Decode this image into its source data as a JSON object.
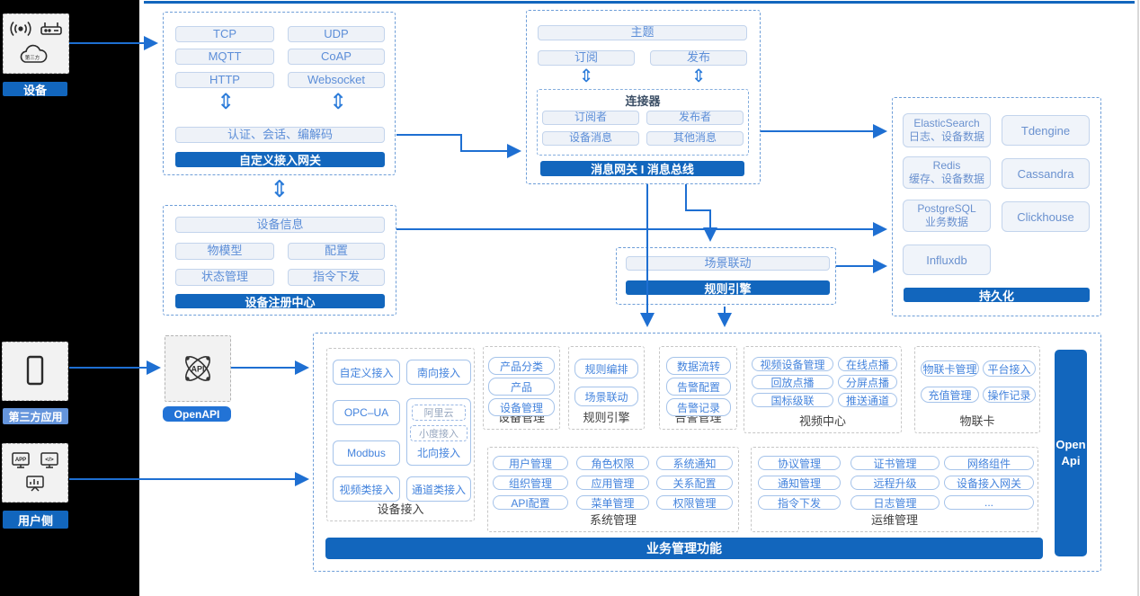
{
  "colors": {
    "accent_bar": "#1266bd",
    "arrow": "#1e6fd2",
    "light_item_text": "#5c8ed8",
    "pill_text": "#4383dd",
    "third_party_label_bg": "#6595dc"
  },
  "glyphs": {
    "vertical_double_arrow": "⇕"
  },
  "icons": {
    "device": [
      "broadcast-icon",
      "router-icon",
      "third-party-cloud-icon"
    ],
    "third_party": [
      "smartphone-icon"
    ],
    "user": [
      "app-screen-icon",
      "code-screen-icon",
      "chart-board-icon"
    ],
    "openapi": [
      "api-atom-icon"
    ]
  },
  "sidebar": {
    "device_label": "设备",
    "third_party_label": "第三方应用",
    "user_label": "用户侧",
    "cloud_text": "第三方",
    "app_text": "APP",
    "code_text": "</>"
  },
  "custom_gateway": {
    "protocols": [
      "TCP",
      "UDP",
      "MQTT",
      "CoAP",
      "HTTP",
      "Websocket"
    ],
    "auth_label": "认证、会话、编解码",
    "title": "自定义接入网关"
  },
  "message_gateway": {
    "topic": "主题",
    "subscribe": "订阅",
    "publish": "发布",
    "connector": {
      "title": "连接器",
      "items": [
        "订阅者",
        "发布者",
        "设备消息",
        "其他消息"
      ]
    },
    "title": "消息网关 I 消息总线"
  },
  "registry": {
    "device_info": "设备信息",
    "items": [
      "物模型",
      "配置",
      "状态管理",
      "指令下发"
    ],
    "title": "设备注册中心"
  },
  "rule_engine_mid": {
    "scene": "场景联动",
    "title": "规则引擎"
  },
  "persistence": {
    "items": [
      {
        "name": "ElasticSearch",
        "desc": "日志、设备数据"
      },
      {
        "name": "Tdengine",
        "desc": ""
      },
      {
        "name": "Redis",
        "desc": "缓存、设备数据"
      },
      {
        "name": "Cassandra",
        "desc": ""
      },
      {
        "name": "PostgreSQL",
        "desc": "业务数据"
      },
      {
        "name": "Clickhouse",
        "desc": ""
      },
      {
        "name": "Influxdb",
        "desc": ""
      }
    ],
    "title": "持久化"
  },
  "openapi": {
    "label": "OpenAPI",
    "icon_text": "API"
  },
  "business": {
    "device_access": {
      "label": "设备接入",
      "items": [
        "自定义接入",
        "南向接入",
        "OPC–UA",
        "Modbus",
        "视频类接入",
        "通道类接入"
      ],
      "north": {
        "label": "北向接入",
        "sub": [
          "阿里云",
          "小度接入"
        ]
      }
    },
    "device_mgmt": {
      "label": "设备管理",
      "items": [
        "产品分类",
        "产品",
        "设备管理"
      ]
    },
    "rule_engine": {
      "label": "规则引擎",
      "items": [
        "规则编排",
        "场景联动"
      ]
    },
    "alarm": {
      "label": "告警管理",
      "items": [
        "数据流转",
        "告警配置",
        "告警记录"
      ]
    },
    "video": {
      "label": "视频中心",
      "items": [
        "视频设备管理",
        "在线点播",
        "回放点播",
        "分屏点播",
        "国标级联",
        "推送通道"
      ]
    },
    "iot_card": {
      "label": "物联卡",
      "items": [
        "物联卡管理",
        "平台接入",
        "充值管理",
        "操作记录"
      ]
    },
    "system": {
      "label": "系统管理",
      "items": [
        "用户管理",
        "角色权限",
        "系统通知",
        "组织管理",
        "应用管理",
        "关系配置",
        "API配置",
        "菜单管理",
        "权限管理"
      ]
    },
    "ops": {
      "label": "运维管理",
      "items": [
        "协议管理",
        "证书管理",
        "网络组件",
        "通知管理",
        "远程升级",
        "设备接入网关",
        "指令下发",
        "日志管理",
        "..."
      ]
    },
    "footer": "业务管理功能",
    "open_api": "Open Api"
  }
}
